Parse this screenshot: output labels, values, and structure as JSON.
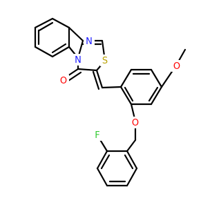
{
  "molecule": {
    "atoms": {
      "N_imine": "N",
      "N_ring": "N",
      "S_ring": "S",
      "O_carbonyl": "O",
      "O_methoxy": "O",
      "O_ether": "O",
      "F_sub": "F"
    },
    "colors": {
      "bond": "#000000",
      "N": "#1a1aff",
      "S": "#b8a000",
      "O": "#ff0000",
      "F": "#33cc33"
    }
  }
}
